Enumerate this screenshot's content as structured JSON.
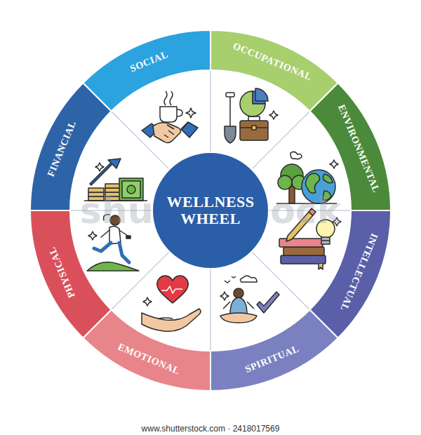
{
  "diagram": {
    "nodes": [
      {
        "text": [
          "SOCIAL"
        ]
      },
      {
        "text": [
          "OCCUPATIONAL"
        ]
      },
      {
        "text": [
          "ENVIRONMENTAL"
        ]
      },
      {
        "text": [
          "INTELLECTUAL"
        ]
      },
      {
        "text": [
          "SPIRITUAL"
        ]
      },
      {
        "text": [
          "EMOTIONAL"
        ]
      },
      {
        "text": [
          "PHYSICAL"
        ]
      },
      {
        "text": [
          "FINANCIAL"
        ]
      },
      {
        "text": [
          "WELLNESS WHEEL"
        ]
      }
    ],
    "labels": [
      "shutterstock",
      "www.shutterstock.com · 2418017569"
    ]
  }
}
